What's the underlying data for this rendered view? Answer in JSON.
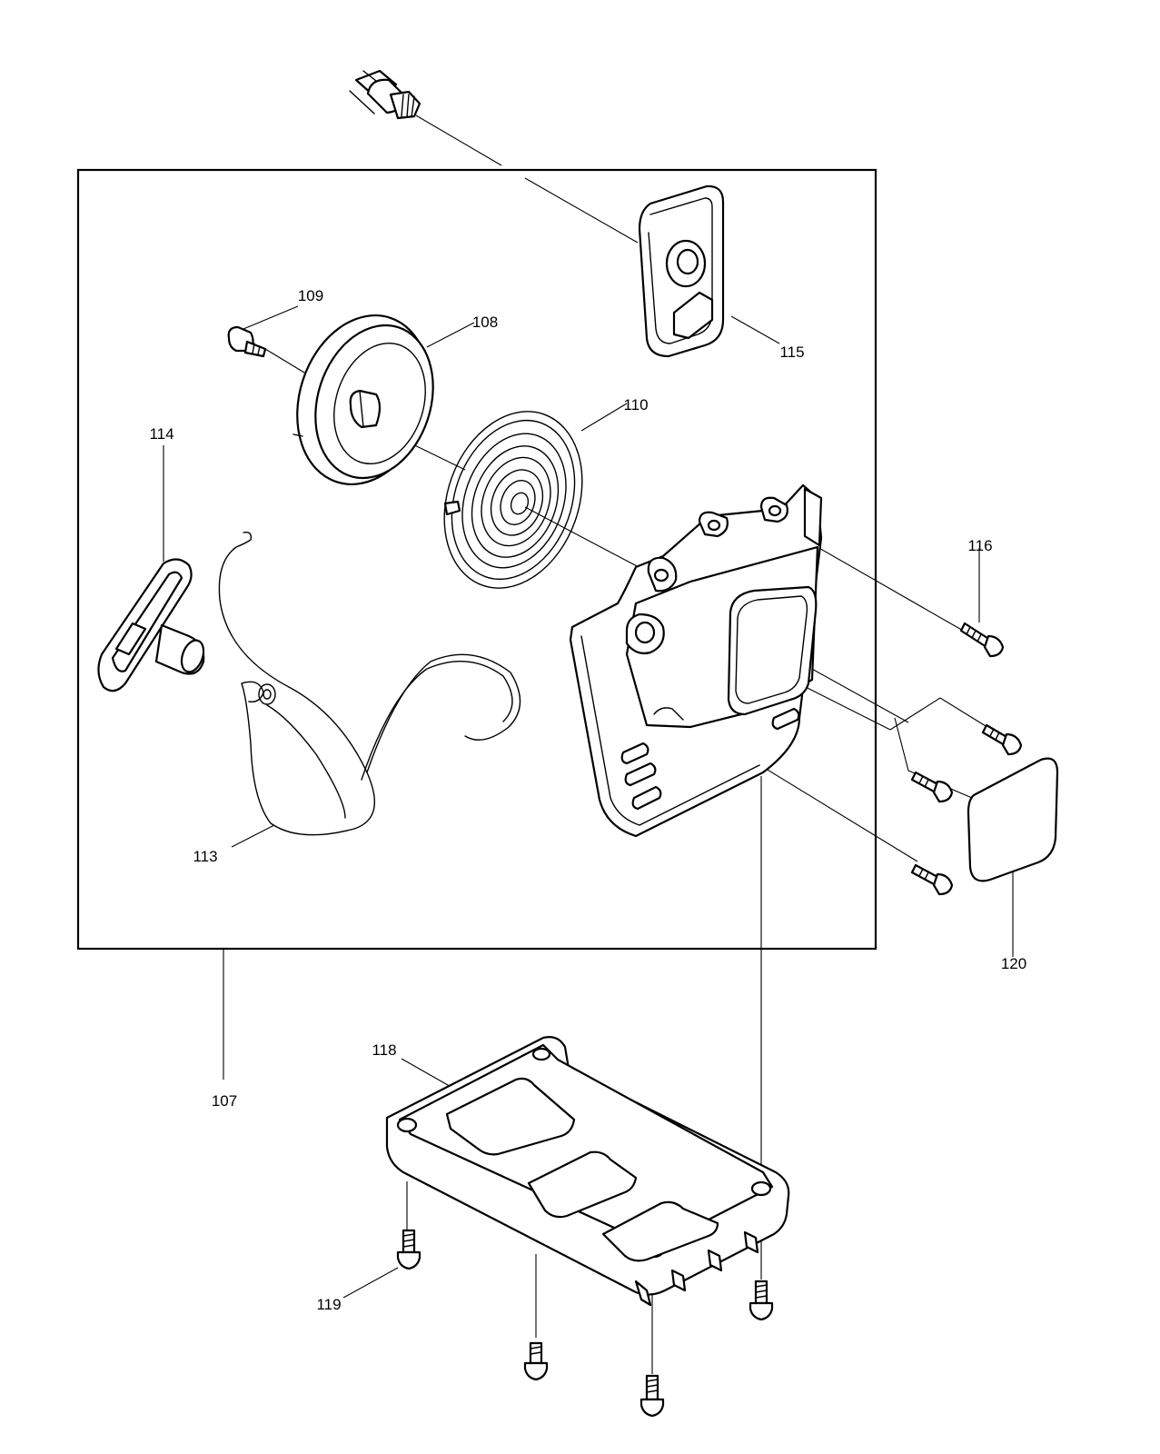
{
  "diagram": {
    "callouts": [
      {
        "id": "107",
        "text": "107"
      },
      {
        "id": "108",
        "text": "108"
      },
      {
        "id": "109",
        "text": "109"
      },
      {
        "id": "110",
        "text": "110"
      },
      {
        "id": "113",
        "text": "113"
      },
      {
        "id": "114",
        "text": "114"
      },
      {
        "id": "115",
        "text": "115"
      },
      {
        "id": "116",
        "text": "116"
      },
      {
        "id": "118",
        "text": "118"
      },
      {
        "id": "119",
        "text": "119"
      },
      {
        "id": "120",
        "text": "120"
      }
    ]
  }
}
